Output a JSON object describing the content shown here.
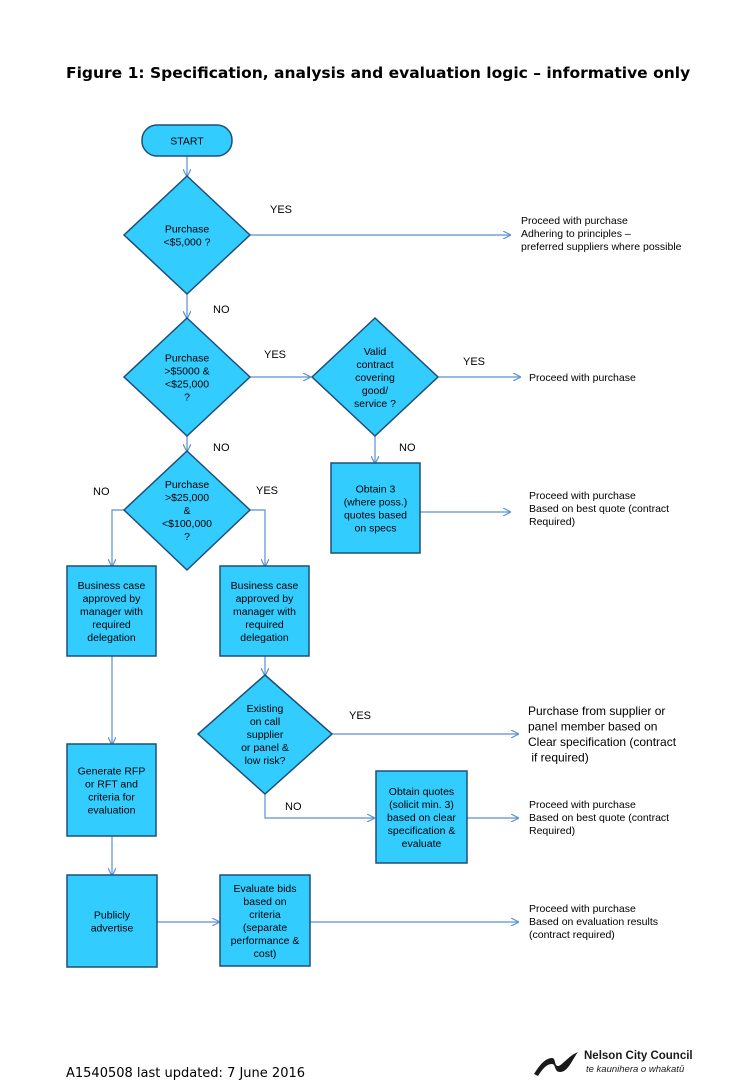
{
  "title": "Figure 1: Specification, analysis and evaluation logic – informative only",
  "nodes": {
    "start": [
      "START"
    ],
    "d_5000": [
      "Purchase",
      "<$5,000 ?"
    ],
    "d_25000": [
      "Purchase",
      ">$5000 &",
      "<$25,000",
      "?"
    ],
    "d_valid": [
      "Valid",
      "contract",
      "covering",
      "good/",
      "service ?"
    ],
    "d_100000": [
      "Purchase",
      ">$25,000",
      "&",
      "<$100,000",
      "?"
    ],
    "obtain3": [
      "Obtain 3",
      "(where poss.)",
      "quotes based",
      "on specs"
    ],
    "bc_left": [
      "Business case",
      "approved by",
      "manager with",
      "required",
      "delegation"
    ],
    "bc_right": [
      "Business case",
      "approved by",
      "manager with",
      "required",
      "delegation"
    ],
    "d_existing": [
      "Existing",
      "on call",
      "supplier",
      "or panel &",
      "low risk?"
    ],
    "rfp": [
      "Generate RFP",
      "or RFT and",
      "criteria for",
      "evaluation"
    ],
    "quotes": [
      "Obtain quotes",
      "(solicit min. 3)",
      "based on clear",
      "specification &",
      "evaluate"
    ],
    "advertise": [
      "Publicly",
      "advertise"
    ],
    "evaluate": [
      "Evaluate bids",
      "based on",
      "criteria",
      "(separate",
      "performance &",
      "cost)"
    ]
  },
  "edge_labels": {
    "yes1": "YES",
    "no1": "NO",
    "yes2": "YES",
    "yes_valid": "YES",
    "no_valid": "NO",
    "no2": "NO",
    "no_left": "NO",
    "yes3": "YES",
    "yes_existing": "YES",
    "no_existing": "NO"
  },
  "outcomes": {
    "o1": [
      "Proceed with purchase",
      "Adhering to principles –",
      "preferred suppliers where possible"
    ],
    "o2": [
      "Proceed with purchase"
    ],
    "o3": [
      "Proceed with purchase",
      "Based on best quote (contract",
      "Required)"
    ],
    "o4": [
      "Purchase from supplier or",
      "panel member based on",
      "Clear specification (contract",
      " if required)"
    ],
    "o5": [
      "Proceed with purchase",
      "Based on best quote (contract",
      "Required)"
    ],
    "o6": [
      "Proceed with purchase",
      "Based on evaluation results",
      "(contract  required)"
    ]
  },
  "footer": "A1540508 last updated: 7 June 2016",
  "logo": {
    "name": "Nelson City Council",
    "subtitle": "te kaunihera o whakatū"
  },
  "colors": {
    "node_fill": "#33ccff",
    "node_stroke": "#1f4e79",
    "edge": "#5b8fd0"
  }
}
